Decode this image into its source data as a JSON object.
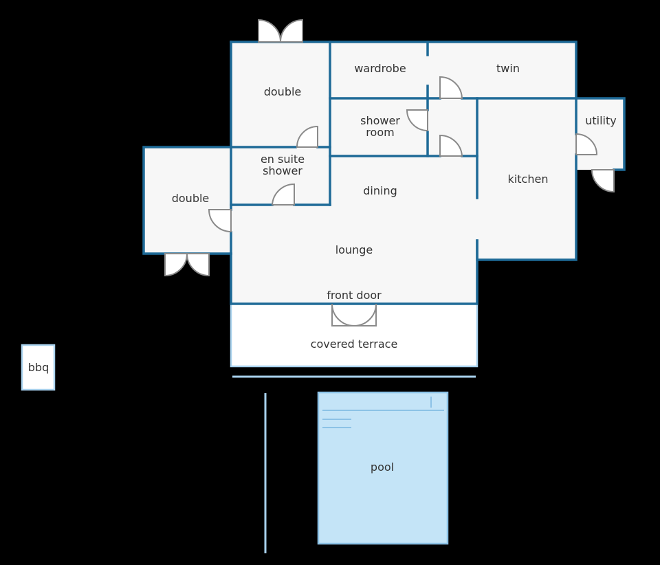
{
  "colors": {
    "background": "#000000",
    "wall": "#1e6a97",
    "floor": "#f7f7f7",
    "outdoor_line": "#a9d2ee",
    "pool_fill": "#c4e4f7",
    "pool_border": "#8cc2e6",
    "door": "#8a8a8a"
  },
  "rooms": {
    "double_top": "double",
    "wardrobe": "wardrobe",
    "twin": "twin",
    "shower_room_line1": "shower",
    "shower_room_line2": "room",
    "utility": "utility",
    "en_suite_line1": "en suite",
    "en_suite_line2": "shower",
    "double_left": "double",
    "dining": "dining",
    "kitchen": "kitchen",
    "lounge": "lounge",
    "front_door": "front door"
  },
  "outdoor": {
    "covered_terrace": "covered terrace",
    "bbq": "bbq",
    "pool": "pool"
  }
}
